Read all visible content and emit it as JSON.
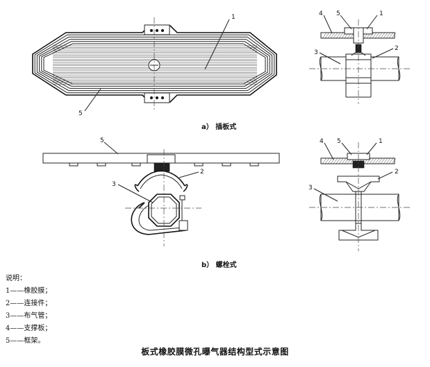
{
  "figure": {
    "title": "板式橡胶膜微孔曝气器结构型式示意图",
    "caption_a": "a）  插板式",
    "caption_b": "b）  螺栓式",
    "callouts": {
      "a_top_1": "1",
      "a_top_5": "5",
      "a_right_4": "4",
      "a_right_5": "5",
      "a_right_1": "1",
      "a_right_3": "3",
      "a_right_2": "2",
      "b_left_5": "5",
      "b_left_2": "2",
      "b_left_3": "3",
      "b_right_4": "4",
      "b_right_5": "5",
      "b_right_1": "1",
      "b_right_2": "2",
      "b_right_3": "3"
    }
  },
  "legend": {
    "heading": "说明：",
    "items": [
      "1——橡胶膜；",
      "2——连接件；",
      "3——布气管；",
      "4——支撑板；",
      "5——框架。"
    ]
  }
}
